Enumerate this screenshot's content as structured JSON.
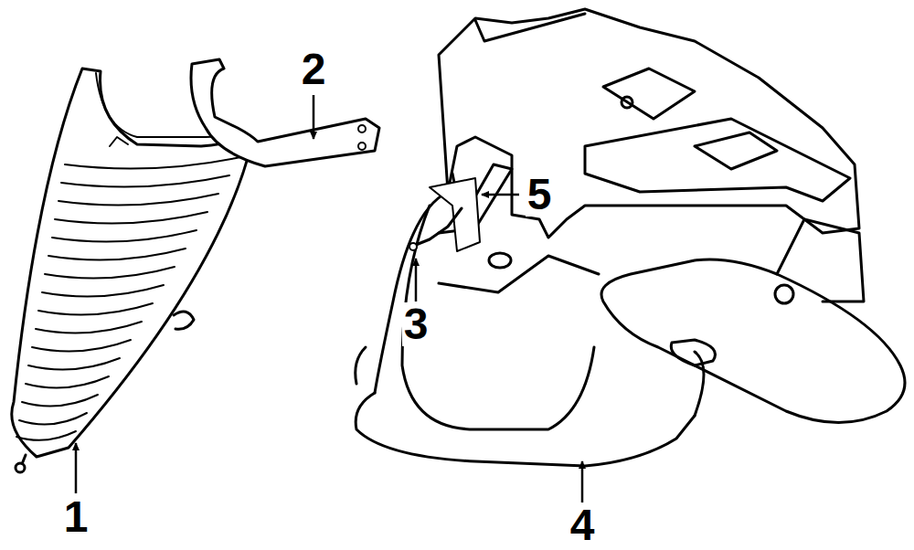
{
  "diagram": {
    "labels": [
      "2",
      "5",
      "3",
      "1",
      "4"
    ]
  }
}
